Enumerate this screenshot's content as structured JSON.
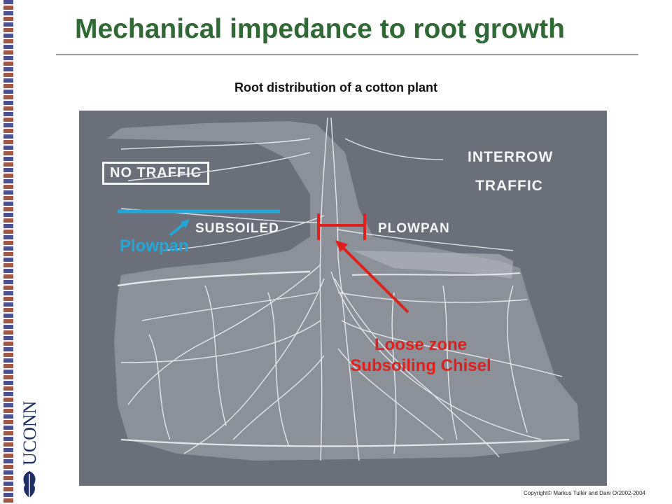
{
  "slide": {
    "title": "Mechanical impedance to root growth",
    "subtitle": "Root distribution of a cotton plant"
  },
  "figure": {
    "labels": {
      "no_traffic": "NO  TRAFFIC",
      "interrow_line1": "INTERROW",
      "interrow_line2": "TRAFFIC",
      "subsoiled": "SUBSOILED",
      "plowpan_photo": "PLOWPAN"
    },
    "annotations": {
      "plowpan": "Plowpan",
      "loose_zone_line1": "Loose zone",
      "loose_zone_line2": "Subsoiling Chisel"
    },
    "colors": {
      "annotation_red": "#e0201b",
      "annotation_blue": "#21a8d8"
    }
  },
  "branding": {
    "logo_text": "UCONN",
    "logo_icon": "oak-leaf-icon"
  },
  "footer": {
    "copyright": "Copyright© Markus Tuller and  Dani Or2002-2004"
  }
}
